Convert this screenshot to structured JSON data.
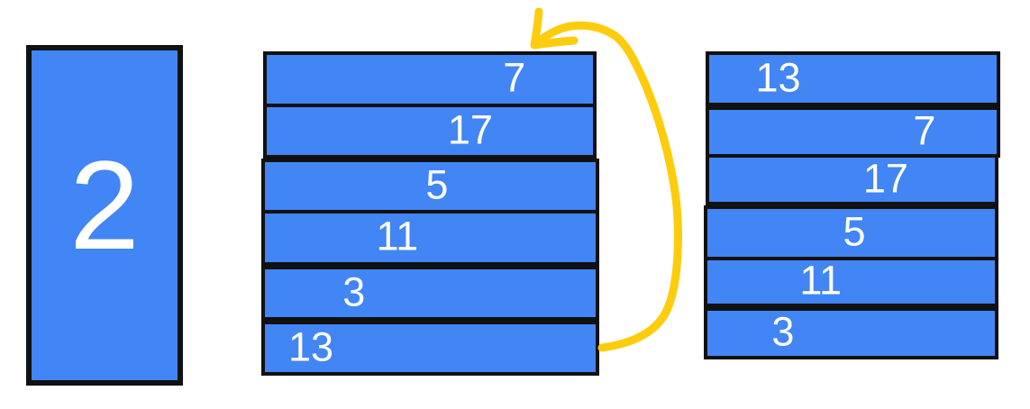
{
  "counter_box": {
    "label": "2"
  },
  "middle_stack": {
    "values": [
      "7",
      "17",
      "5",
      "11",
      "3",
      "13"
    ],
    "groups": [
      [
        "7",
        "17"
      ],
      [
        "5",
        "11"
      ],
      [
        "3"
      ],
      [
        "13"
      ]
    ]
  },
  "right_stack": {
    "values": [
      "13",
      "7",
      "17",
      "5",
      "11",
      "3"
    ],
    "groups": [
      [
        "13"
      ],
      [
        "7",
        "17"
      ],
      [
        "5",
        "11"
      ],
      [
        "3"
      ]
    ]
  },
  "annotation": {
    "icon": "curved-rotate-arrow",
    "meaning": "bottom bar of middle stack moves to top"
  },
  "colors": {
    "bar_fill": "#4285F4",
    "bar_border": "#111111",
    "label_text": "#FFFFFF",
    "arrow": "#FDCC0D",
    "background": "#FFFFFF"
  }
}
